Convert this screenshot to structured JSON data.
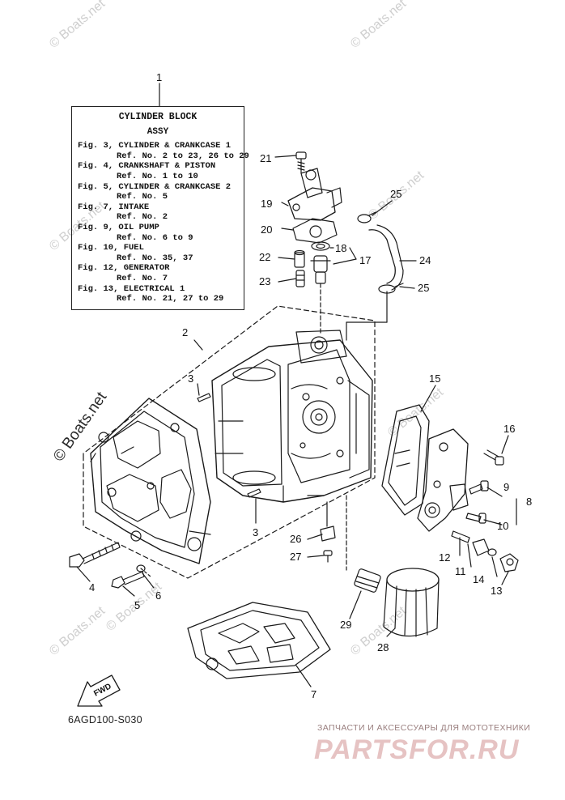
{
  "watermark": "© Boats.net",
  "reference_box": {
    "title": "CYLINDER  BLOCK",
    "subtitle": "ASSY",
    "entries": [
      {
        "fig": "Fig. 3, CYLINDER & CRANKCASE 1",
        "ref": "Ref. No. 2 to 23, 26 to 29"
      },
      {
        "fig": "Fig. 4, CRANKSHAFT & PISTON",
        "ref": "Ref. No. 1 to 10"
      },
      {
        "fig": "Fig. 5, CYLINDER & CRANKCASE 2",
        "ref": "Ref. No. 5"
      },
      {
        "fig": "Fig. 7, INTAKE",
        "ref": "Ref. No. 2"
      },
      {
        "fig": "Fig. 9, OIL PUMP",
        "ref": "Ref. No. 6 to 9"
      },
      {
        "fig": "Fig. 10, FUEL",
        "ref": "Ref. No. 35, 37"
      },
      {
        "fig": "Fig. 12, GENERATOR",
        "ref": "Ref. No. 7"
      },
      {
        "fig": "Fig. 13, ELECTRICAL 1",
        "ref": "Ref. No. 21, 27 to 29"
      }
    ]
  },
  "callouts": [
    "1",
    "2",
    "3",
    "3",
    "4",
    "5",
    "6",
    "7",
    "8",
    "9",
    "10",
    "11",
    "12",
    "13",
    "14",
    "15",
    "16",
    "17",
    "18",
    "19",
    "20",
    "21",
    "22",
    "23",
    "24",
    "25",
    "25",
    "26",
    "27",
    "28",
    "29"
  ],
  "fwd_label": "FWD",
  "diagram_code": "6AGD100-S030",
  "footer": {
    "tagline": "ЗАПЧАСТИ И АКСЕССУАРЫ ДЛЯ МОТОТЕХНИКИ",
    "brand": "PARTSFOR.RU"
  }
}
